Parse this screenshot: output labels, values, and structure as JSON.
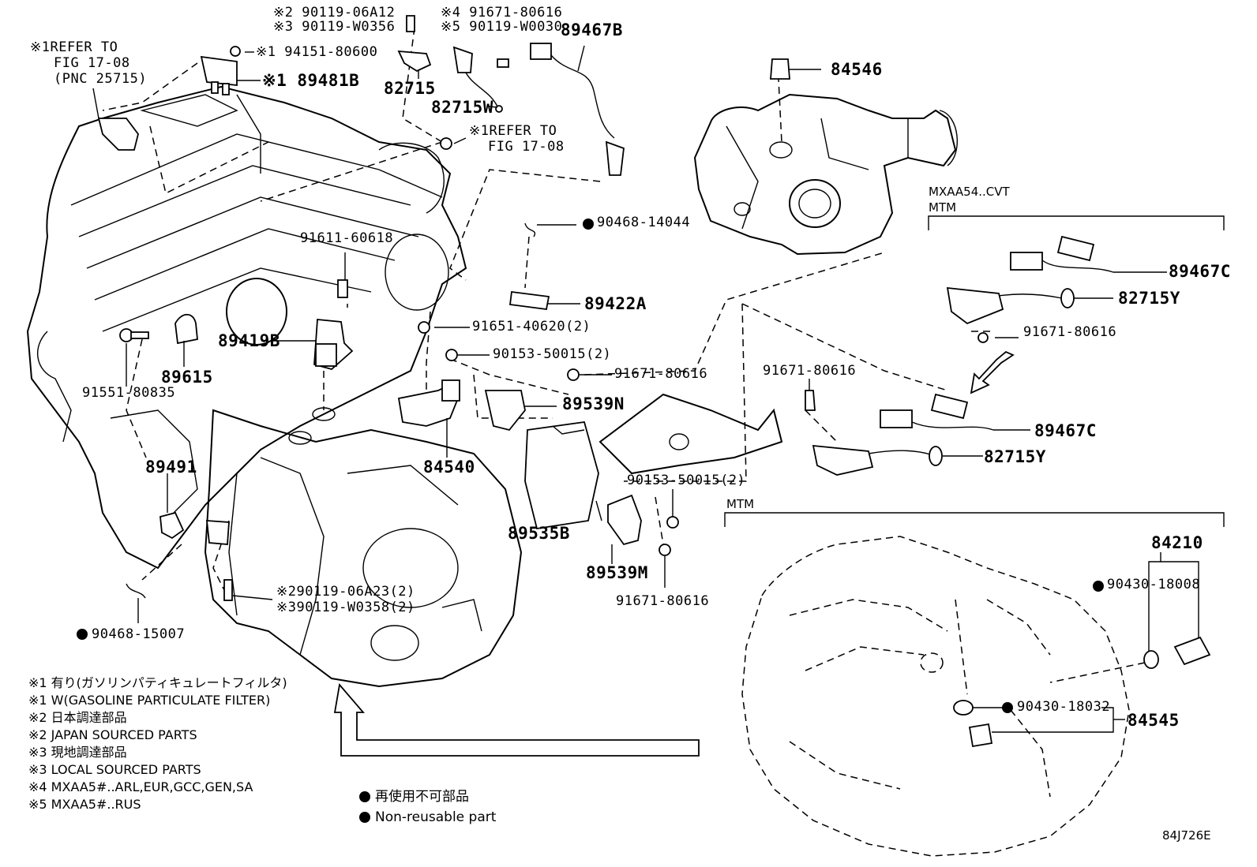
{
  "callouts": {
    "ref_1708_pnc": [
      "※1REFER TO",
      "FIG 17-08",
      "(PNC 25715)"
    ],
    "ref_1708": [
      "※1REFER TO",
      "FIG 17-08"
    ],
    "p94151": "※1 94151-80600",
    "p89481B": "※1 89481B",
    "p90119_06A12": "※2 90119-06A12",
    "p90119_W0356": "※3 90119-W0356",
    "p91671_80616_4": "※4 91671-80616",
    "p90119_W0030": "※5 90119-W0030",
    "p89467B": "89467B",
    "p82715": "82715",
    "p82715W": "82715W",
    "p84546": "84546",
    "p90468_14044": "90468-14044",
    "p91611_60618": "91611-60618",
    "p89422A": "89422A",
    "p89419B": "89419B",
    "p91651_40620": "91651-40620(2)",
    "p90153_50015_a": "90153-50015(2)",
    "p89615": "89615",
    "p91551_80835": "91551-80835",
    "p91671_80616_a": "91671-80616",
    "p89539N": "89539N",
    "p84540": "84540",
    "p89491": "89491",
    "p90153_50015_b": "90153-50015(2)",
    "p89535B": "89535B",
    "p89539M": "89539M",
    "p91671_80616_b": "91671-80616",
    "p90119_06A23": "※290119-06A23(2)",
    "p90119_W0358": "※390119-W0358(2)",
    "p90468_15007": "90468-15007",
    "p91671_80616_c": "91671-80616",
    "p91671_80616_d": "91671-80616",
    "p89467C_a": "89467C",
    "p82715Y_a": "82715Y",
    "p89467C_b": "89467C",
    "p82715Y_b": "82715Y",
    "p84210": "84210",
    "p90430_18008": "90430-18008",
    "p90430_18032": "90430-18032",
    "p84545": "84545"
  },
  "headers": {
    "mxaa54": "MXAA54..CVT",
    "mtm_top": "MTM",
    "mtm_bottom": "MTM"
  },
  "notes": [
    "※1 有り(ガソリンパティキュレートフィルタ)",
    "※1 W(GASOLINE PARTICULATE FILTER)",
    "※2 日本調達部品",
    "※2 JAPAN SOURCED PARTS",
    "※3 現地調達部品",
    "※3 LOCAL SOURCED PARTS",
    "※4 MXAA5#..ARL,EUR,GCC,GEN,SA",
    "※5 MXAA5#..RUS"
  ],
  "legend": {
    "jp": "再使用不可部品",
    "en": "Non-reusable part"
  },
  "figure_code": "84J726E"
}
